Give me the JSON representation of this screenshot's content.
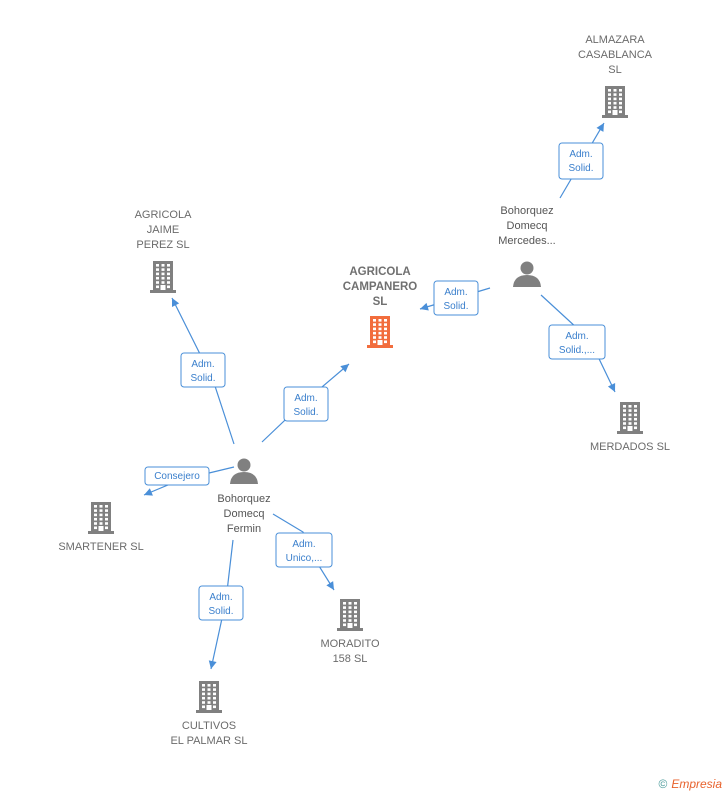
{
  "colors": {
    "company": "#808080",
    "focus_company": "#f26d3d",
    "person": "#808080",
    "edge": "#4a8fd8"
  },
  "companies": [
    {
      "id": "agricola_campanero",
      "lines": [
        "AGRICOLA",
        "CAMPANERO",
        "SL"
      ],
      "focus": true
    },
    {
      "id": "almazara",
      "lines": [
        "ALMAZARA",
        "CASABLANCA",
        "SL"
      ]
    },
    {
      "id": "agricola_jaime",
      "lines": [
        "AGRICOLA",
        "JAIME",
        "PEREZ  SL"
      ]
    },
    {
      "id": "merdados",
      "lines": [
        "MERDADOS  SL"
      ]
    },
    {
      "id": "smartener",
      "lines": [
        "SMARTENER SL"
      ]
    },
    {
      "id": "moradito",
      "lines": [
        "MORADITO",
        "158  SL"
      ]
    },
    {
      "id": "cultivos",
      "lines": [
        "CULTIVOS",
        "EL PALMAR  SL"
      ]
    }
  ],
  "people": [
    {
      "id": "mercedes",
      "lines": [
        "Bohorquez",
        "Domecq",
        "Mercedes..."
      ]
    },
    {
      "id": "fermin",
      "lines": [
        "Bohorquez",
        "Domecq",
        "Fermin"
      ]
    }
  ],
  "relations": [
    {
      "id": "mercedes_almazara",
      "from": "mercedes",
      "to": "almazara",
      "label": [
        "Adm.",
        "Solid."
      ]
    },
    {
      "id": "mercedes_campanero",
      "from": "mercedes",
      "to": "agricola_campanero",
      "label": [
        "Adm.",
        "Solid."
      ]
    },
    {
      "id": "mercedes_merdados",
      "from": "mercedes",
      "to": "merdados",
      "label": [
        "Adm.",
        "Solid.,..."
      ]
    },
    {
      "id": "fermin_jaime",
      "from": "fermin",
      "to": "agricola_jaime",
      "label": [
        "Adm.",
        "Solid."
      ]
    },
    {
      "id": "fermin_campanero",
      "from": "fermin",
      "to": "agricola_campanero",
      "label": [
        "Adm.",
        "Solid."
      ]
    },
    {
      "id": "fermin_smartener",
      "from": "fermin",
      "to": "smartener",
      "label": [
        "Consejero"
      ]
    },
    {
      "id": "fermin_moradito",
      "from": "fermin",
      "to": "moradito",
      "label": [
        "Adm.",
        "Unico,..."
      ]
    },
    {
      "id": "fermin_cultivos",
      "from": "fermin",
      "to": "cultivos",
      "label": [
        "Adm.",
        "Solid."
      ]
    }
  ],
  "brand": {
    "copyright": "©",
    "name": "Empresia"
  }
}
